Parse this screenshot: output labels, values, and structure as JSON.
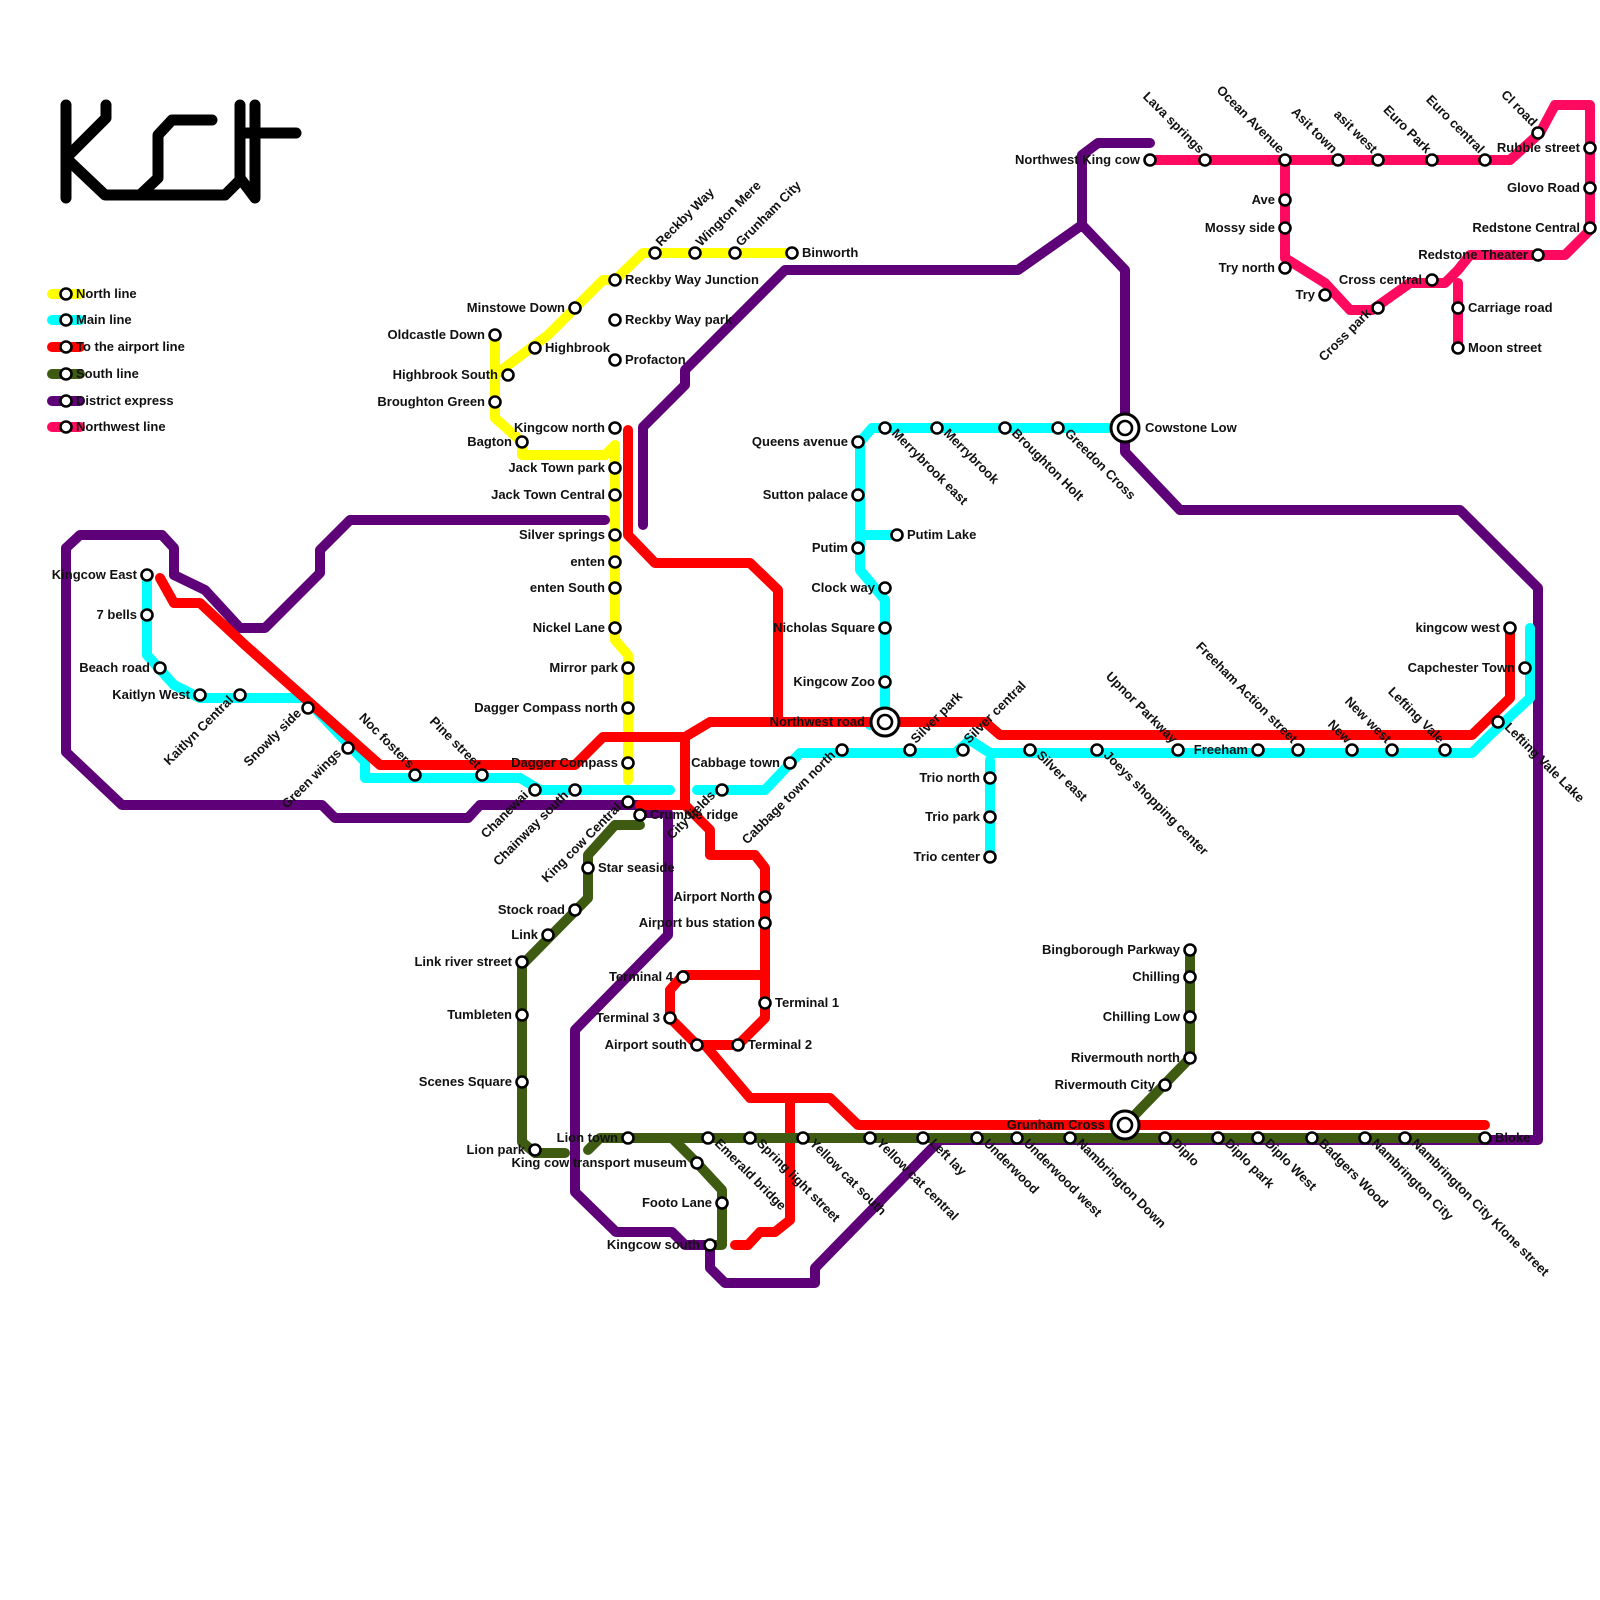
{
  "logo": {
    "text": "KCT"
  },
  "legend": [
    {
      "label": "North line",
      "color": "#ffff00"
    },
    {
      "label": "Main line",
      "color": "#00ffff"
    },
    {
      "label": "To the airport line",
      "color": "#ff0000"
    },
    {
      "label": "South line",
      "color": "#3f5b12"
    },
    {
      "label": "District express",
      "color": "#5e0078"
    },
    {
      "label": "Northwest line",
      "color": "#ff0a5e"
    }
  ],
  "lines": {
    "north_color": "#ffff00",
    "main_color": "#00ffff",
    "airport_color": "#ff0000",
    "south_color": "#3f5b12",
    "district_color": "#5e0078",
    "northwest_color": "#ff0a5e"
  },
  "interchanges": [
    "Northwest road",
    "Cowstone Low",
    "Grunham Cross"
  ],
  "stations": [
    "Reckby Way",
    "Wington Mere",
    "Grunham City",
    "Binworth",
    "Reckby Way Junction",
    "Minstowe Down",
    "Oldcastle Down",
    "Highbrook",
    "Highbrook South",
    "Broughton Green",
    "Reckby Way park",
    "Profacton",
    "Kingcow north",
    "Bagton",
    "Jack Town park",
    "Jack Town Central",
    "Silver springs",
    "enten",
    "enten South",
    "Nickel Lane",
    "Mirror park",
    "Dagger Compass north",
    "Dagger Compass",
    "Kingcow East",
    "7 bells",
    "Beach road",
    "Kaitlyn West",
    "Kaitlyn Central",
    "Snowly side",
    "Green wings",
    "Noc fosters",
    "Pine street",
    "Chanewai",
    "Chainway south",
    "King cow Central",
    "Crumble ridge",
    "City fields",
    "Cabbage town",
    "Cabbage town north",
    "Star seaside",
    "Stock road",
    "Link",
    "Link river street",
    "Tumbleten",
    "Scenes Square",
    "Lion park",
    "Lion town",
    "King cow transport museum",
    "Footo Lane",
    "Kingcow south",
    "Emerald bridge",
    "Spring light street",
    "Yellow cat south",
    "Yellow cat central",
    "Airport North",
    "Airport bus station",
    "Terminal 4",
    "Terminal 3",
    "Terminal 1",
    "Airport south",
    "Terminal 2",
    "Queens avenue",
    "Merrybrook east",
    "Merrybrook",
    "Broughton Holt",
    "Greedon Cross",
    "Cowstone Low",
    "Sutton palace",
    "Putim",
    "Putim Lake",
    "Clock way",
    "Nicholas Square",
    "Kingcow Zoo",
    "Northwest road",
    "Silver park",
    "Silver central",
    "Silver east",
    "Trio north",
    "Trio park",
    "Trio center",
    "Joeys shopping center",
    "Upnor Parkway",
    "Freeham",
    "Freeham Action street",
    "New",
    "New west",
    "Lefting Vale",
    "Lefting Vale Lake",
    "kingcow west",
    "Capchester Town",
    "Northwest King cow",
    "Lava springs",
    "Ocean Avenue",
    "Asit town",
    "asit west",
    "Euro Park",
    "Euro central",
    "Cl road",
    "Rubble street",
    "Glovo Road",
    "Redstone Central",
    "Redstone Theater",
    "Ave",
    "Mossy side",
    "Try north",
    "Try",
    "Cross park",
    "Cross central",
    "Carriage road",
    "Moon street",
    "Bingborough Parkway",
    "Chilling",
    "Chilling Low",
    "Rivermouth north",
    "Rivermouth City",
    "Grunham Cross",
    "Bloke",
    "Left lay",
    "Underwood",
    "Underwood west",
    "Nambrington Down",
    "Diplo",
    "Diplo park",
    "Diplo West",
    "Badgers Wood",
    "Nambrington City",
    "Nambrington City Klone street"
  ]
}
